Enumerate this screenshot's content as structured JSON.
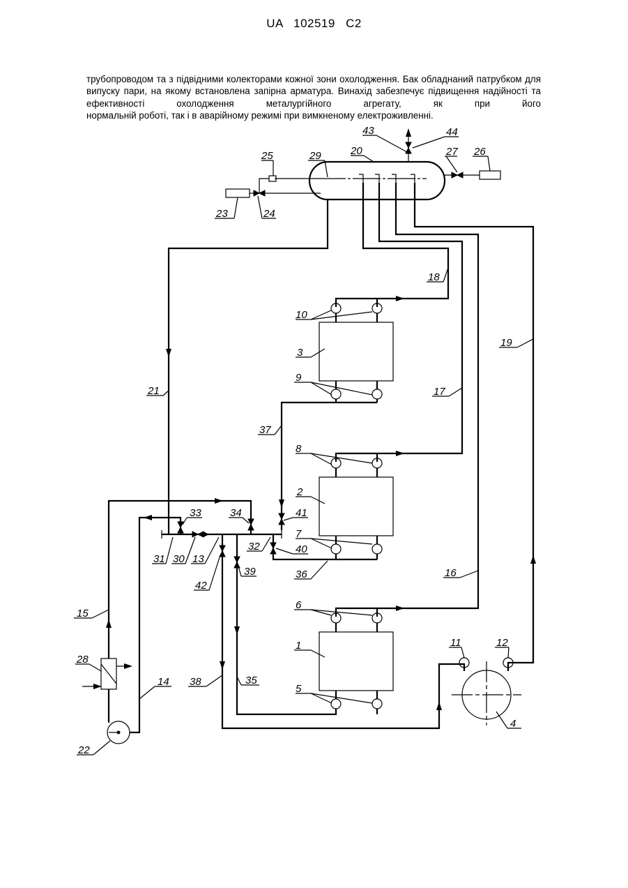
{
  "header": {
    "country": "UA",
    "number": "102519",
    "kind": "C2"
  },
  "paragraph": {
    "lines": [
      "трубопроводом та з підвідними колекторами кожної зони охолодження. Бак обладнаний",
      "патрубком для випуску пари, на якому встановлена запірна арматура. Винахід забезпечує",
      "підвищення надійності та ефективності охолодження металургійного агрегату, як при його",
      "нормальній роботі, так і в аварійному режимі при вимкненому електроживленні."
    ]
  },
  "diagram": {
    "labels": {
      "l1": "1",
      "l2": "2",
      "l3": "3",
      "l4": "4",
      "l5": "5",
      "l6": "6",
      "l7": "7",
      "l8": "8",
      "l9": "9",
      "l10": "10",
      "l11": "11",
      "l12": "12",
      "l13": "13",
      "l14": "14",
      "l15": "15",
      "l16": "16",
      "l17": "17",
      "l18": "18",
      "l19": "19",
      "l20": "20",
      "l21": "21",
      "l22": "22",
      "l23": "23",
      "l24": "24",
      "l25": "25",
      "l26": "26",
      "l27": "27",
      "l28": "28",
      "l29": "29",
      "l30": "30",
      "l31": "31",
      "l32": "32",
      "l33": "33",
      "l34": "34",
      "l35": "35",
      "l36": "36",
      "l37": "37",
      "l38": "38",
      "l39": "39",
      "l40": "40",
      "l41": "41",
      "l42": "42",
      "l43": "43",
      "l44": "44"
    }
  }
}
